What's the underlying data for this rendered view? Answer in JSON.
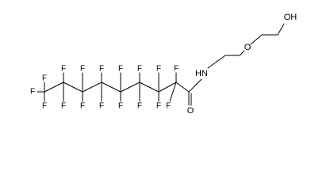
{
  "diagram": {
    "type": "chemical-structure",
    "atom_labels": {
      "fluorine": "F",
      "nitrogen": "N",
      "hydrogen_on_n": "H",
      "oxygen_ether": "O",
      "hydroxyl": "OH",
      "carbonyl_oxygen": "O"
    }
  }
}
